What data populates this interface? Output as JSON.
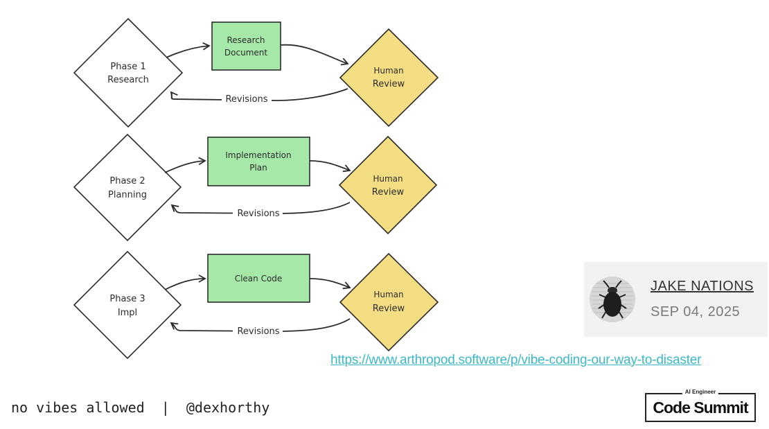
{
  "diagram": {
    "phases": [
      {
        "phase_line1": "Phase 1",
        "phase_line2": "Research",
        "artifact_line1": "Research",
        "artifact_line2": "Document",
        "review_line1": "Human",
        "review_line2": "Review",
        "revisions": "Revisions"
      },
      {
        "phase_line1": "Phase 2",
        "phase_line2": "Planning",
        "artifact_line1": "Implementation",
        "artifact_line2": "Plan",
        "review_line1": "Human",
        "review_line2": "Review",
        "revisions": "Revisions"
      },
      {
        "phase_line1": "Phase 3",
        "phase_line2": "Impl",
        "artifact_line1": "Clean Code",
        "artifact_line2": "",
        "review_line1": "Human",
        "review_line2": "Review",
        "revisions": "Revisions"
      }
    ],
    "colors": {
      "artifact_fill": "#a6e8a8",
      "review_fill": "#f5dd84",
      "phase_fill": "#ffffff",
      "stroke": "#2b2b2b"
    }
  },
  "author": {
    "name": "JAKE NATIONS",
    "date": "SEP 04, 2025",
    "avatar_icon": "beetle-icon"
  },
  "link": {
    "text": "https://www.arthropod.software/p/vibe-coding-our-way-to-disaster",
    "color": "#3cb8c8"
  },
  "footer": {
    "text": "no vibes allowed  |  @dexhorthy"
  },
  "logo": {
    "top": "AI Engineer",
    "main": "Code Summit"
  }
}
